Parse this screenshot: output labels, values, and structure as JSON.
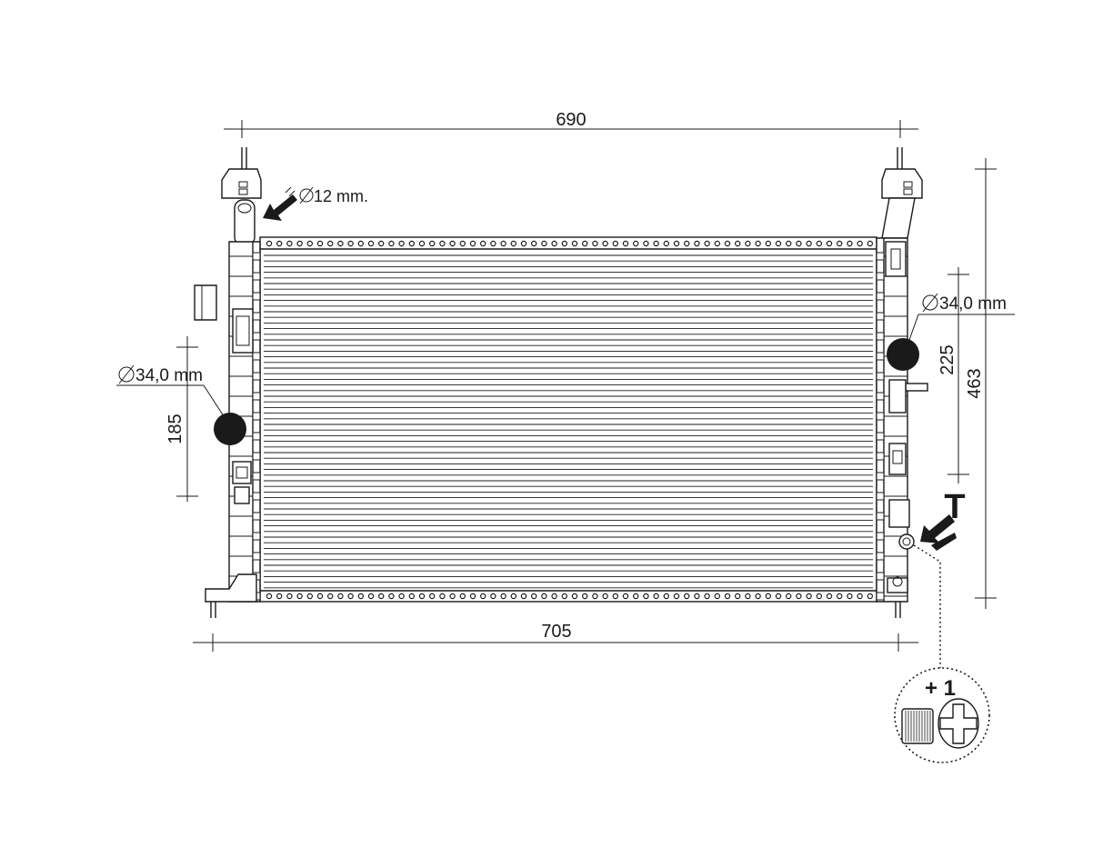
{
  "dimensions": {
    "top_width": "690",
    "bottom_width": "705",
    "left_offset": "185",
    "right_offset": "225",
    "right_height": "463"
  },
  "callouts": {
    "inlet_small": "12 mm.",
    "left_port": "34,0 mm",
    "right_port": "34,0 mm",
    "drain_marker": "T",
    "drain_plug_qty": "+ 1"
  },
  "colors": {
    "line": "#1a1a1a",
    "fill": "#ffffff",
    "port_fill": "#1a1a1a"
  },
  "icons": [
    "diameter-symbol",
    "arrow-icon",
    "drain-plug-icon"
  ]
}
